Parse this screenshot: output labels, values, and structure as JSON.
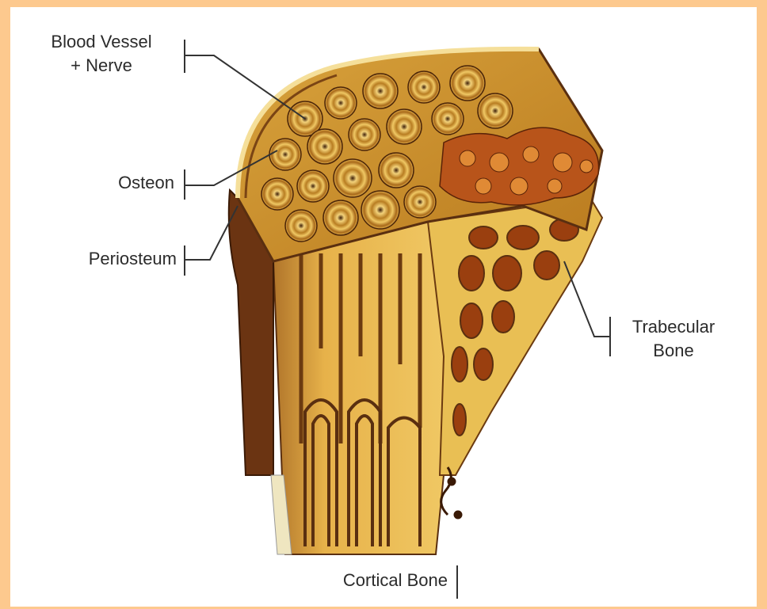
{
  "colors": {
    "frame": "#fdc98e",
    "panel": "#ffffff",
    "bone_light": "#e9bf54",
    "bone_mid": "#c98a23",
    "bone_dark": "#5a2f10",
    "leader": "#333333"
  },
  "labels": {
    "blood_vessel_line1": "Blood Vessel",
    "blood_vessel_line2": "+ Nerve",
    "osteon": "Osteon",
    "periosteum": "Periosteum",
    "trabecular_line1": "Trabecular",
    "trabecular_line2": "Bone",
    "cortical": "Cortical Bone"
  }
}
